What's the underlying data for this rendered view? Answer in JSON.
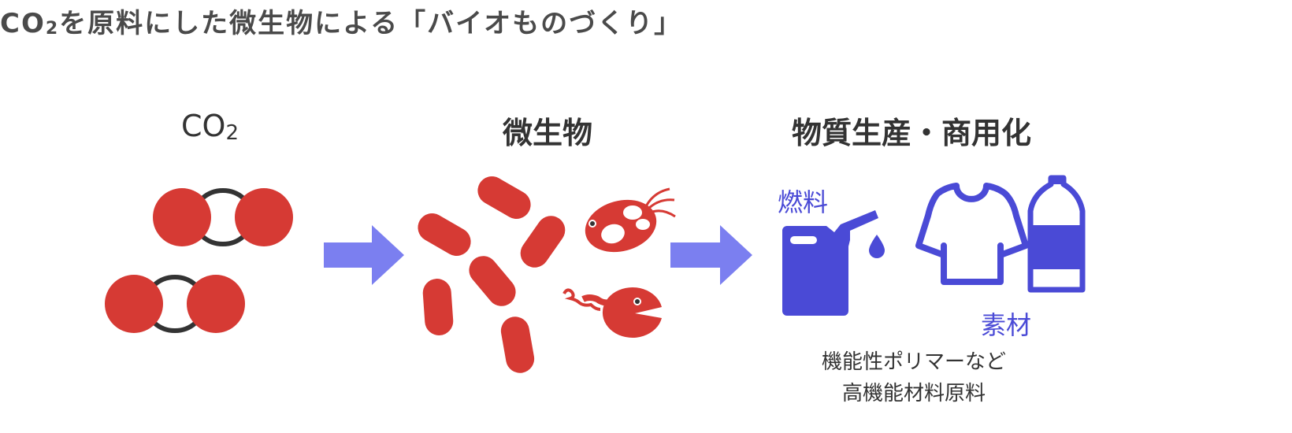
{
  "title": {
    "prefix": "CO",
    "subscript": "2",
    "rest": "を原料にした微生物による「バイオものづくり」"
  },
  "stages": [
    {
      "label_main": "CO",
      "label_sub": "2"
    },
    {
      "label": "微生物"
    },
    {
      "label": "物質生産・商用化"
    }
  ],
  "products": {
    "fuel_label": "燃料",
    "material_label": "素材",
    "description_line1": "機能性ポリマーなど",
    "description_line2": "高機能材料原料"
  },
  "colors": {
    "molecule_red": "#d63a34",
    "bond_dark": "#333333",
    "arrow_blue": "#7b7ff0",
    "product_blue": "#4a4ad6",
    "text_dark": "#333333"
  },
  "icons": {
    "co2_molecule": "co2-molecule-icon",
    "arrow": "arrow-right-icon",
    "bacteria": "bacteria-icon",
    "protozoa": "protozoa-icon",
    "fuel_can": "fuel-can-icon",
    "tshirt": "tshirt-icon",
    "bottle": "bottle-icon"
  }
}
